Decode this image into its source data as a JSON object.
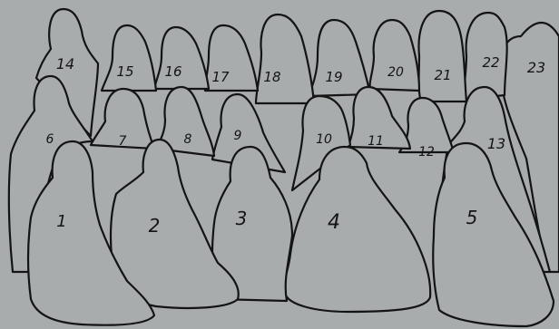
{
  "figure_labels": {
    "f1": "1",
    "f2": "2",
    "f3": "3",
    "f4": "4",
    "f5": "5",
    "f6": "6",
    "f7": "7",
    "f8": "8",
    "f9": "9",
    "f10": "10",
    "f11": "11",
    "f12": "12",
    "f13": "13",
    "f14": "14",
    "f15": "15",
    "f16": "16",
    "f17": "17",
    "f18": "18",
    "f19": "19",
    "f20": "20",
    "f21": "21",
    "f22": "22",
    "f23": "23"
  },
  "colors": {
    "background": "#a9acad",
    "outline": "#141414"
  }
}
